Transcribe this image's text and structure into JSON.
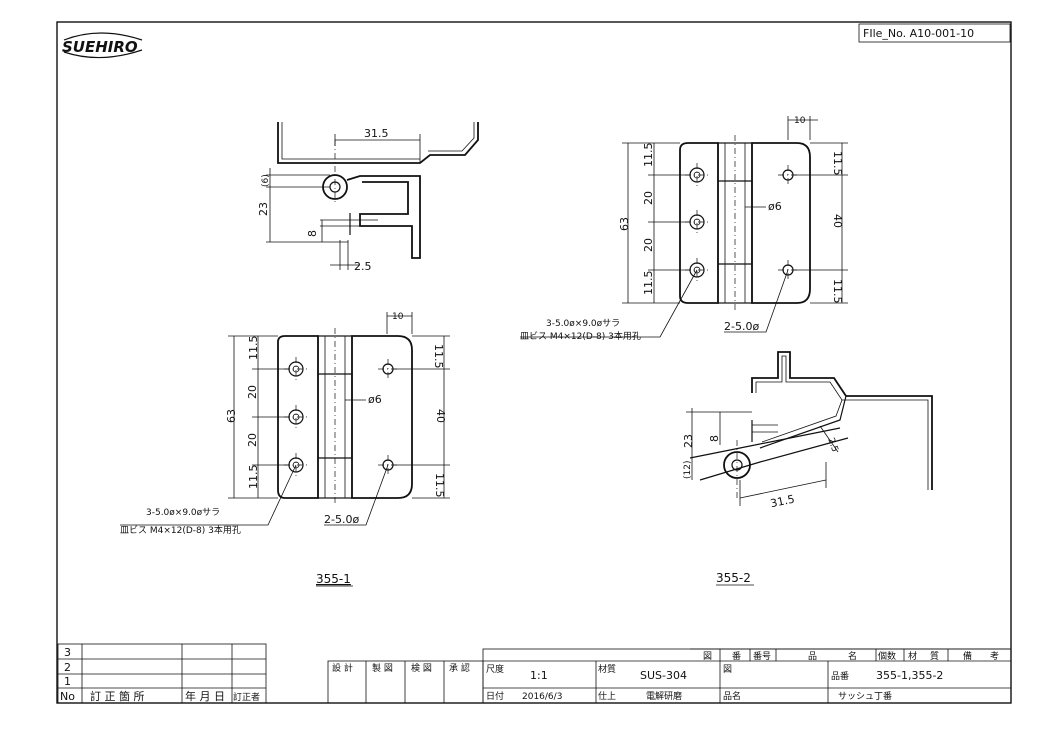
{
  "logo_text": "SUEHIRO",
  "file_no": "FIle_No.  A10-001-10",
  "labels": {
    "view1": "355-1",
    "view2": "355-2"
  },
  "dims": {
    "d315": "31.5",
    "d6p": "(6)",
    "d23": "23",
    "d8": "8",
    "d25": "2.5",
    "d10": "10",
    "d115": "11.5",
    "d20": "20",
    "d63": "63",
    "d40": "40",
    "phi6": "ø6",
    "holes3": "3-5.0ø×9.0øサラ",
    "screw": "皿ビス M4×12(D-8) 3本用孔",
    "holes2": "2-5.0ø",
    "d12p": "(12)"
  },
  "revision": {
    "rows": [
      "3",
      "2",
      "1"
    ],
    "header": [
      "No",
      "訂 正 箇 所",
      "年 月 日",
      "訂正者"
    ]
  },
  "approval": [
    "設 計",
    "製 図",
    "検 図",
    "承 認"
  ],
  "title_block": {
    "scale_label": "尺度",
    "scale": "1:1",
    "date_label": "日付",
    "date": "2016/6/3",
    "material_label": "材質",
    "material": "SUS-304",
    "finish_label": "仕上",
    "finish": "電解研磨",
    "drawing_label": "図",
    "part_no_label": "品番",
    "part_no": "355-1,355-2",
    "name_label": "品名",
    "name": "サッシュ丁番",
    "parts_header": [
      "図",
      "番",
      "番号",
      "品",
      "名",
      "個数",
      "材",
      "質",
      "備",
      "考"
    ]
  }
}
